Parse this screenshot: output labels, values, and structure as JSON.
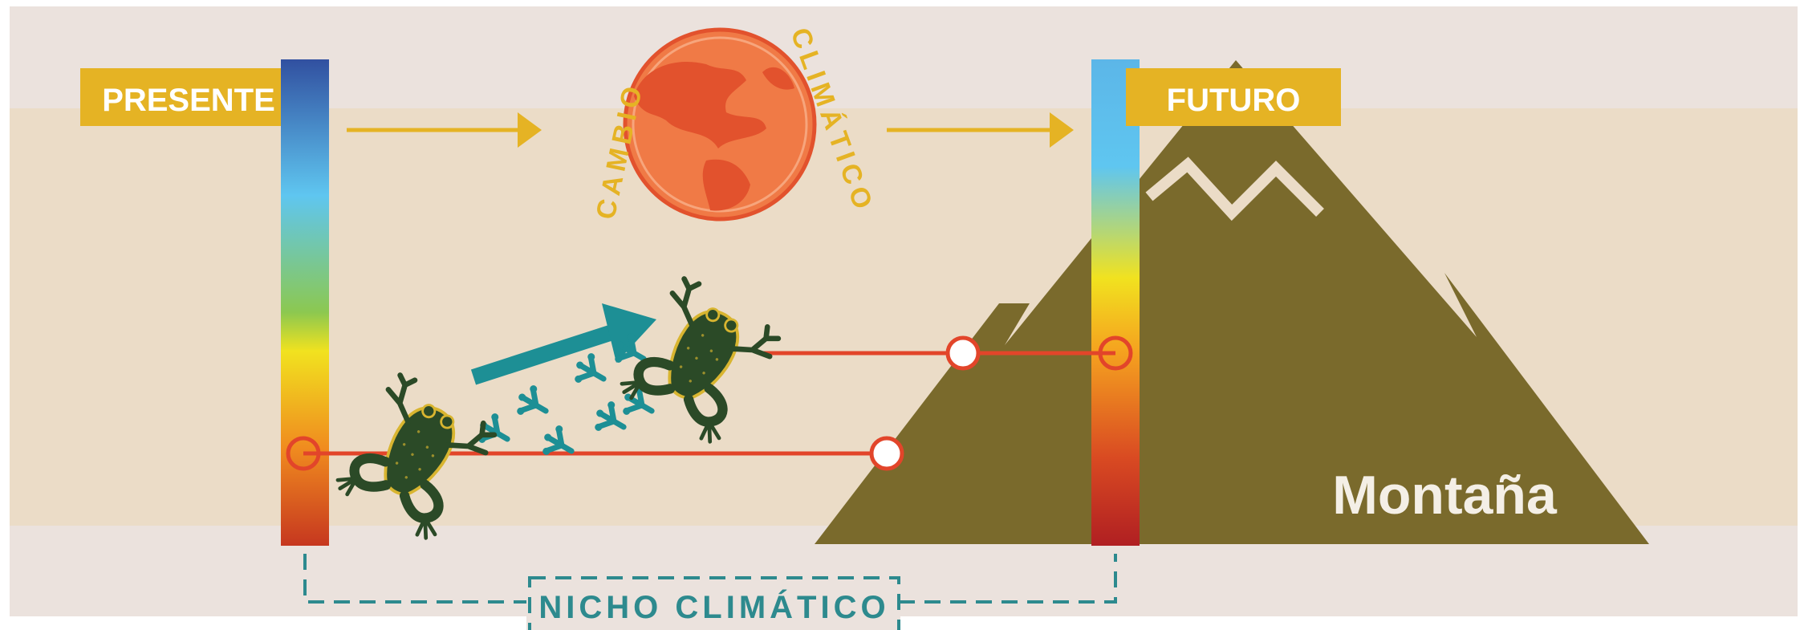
{
  "labels": {
    "present": "PRESENTE",
    "future": "FUTURO",
    "climate_change_left": "CAMBIO",
    "climate_change_right": "CLIMÁTICO",
    "mountain": "Montaña",
    "niche": "NICHO CLIMÁTICO"
  },
  "colors": {
    "band_light": "#ebe2dd",
    "band_mid": "#ebdcc7",
    "label_box": "#e5b324",
    "arrow_gold": "#e5b324",
    "globe_ocean": "#f07a46",
    "globe_land": "#e2522d",
    "mountain": "#7a6a2c",
    "snow": "#ebdcc7",
    "frog_body": "#2b4a27",
    "frog_outline": "#d8b530",
    "teal": "#1d8f95",
    "niche_line": "#e2452a",
    "niche_dash": "#2d8a8e"
  },
  "icons": [
    "globe-icon",
    "frog-icon",
    "footprint-icon",
    "trend-arrow-icon",
    "temperature-bar-icon"
  ]
}
